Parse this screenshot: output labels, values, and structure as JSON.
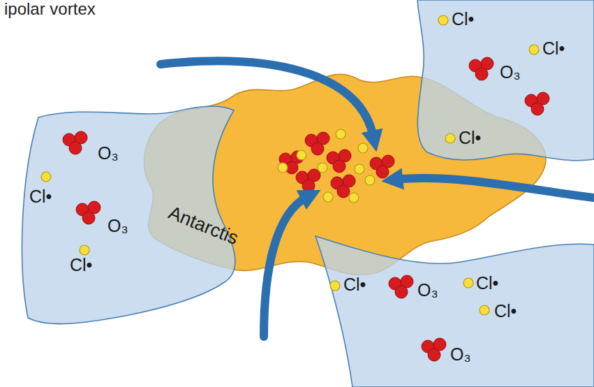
{
  "diagram": {
    "nodes": [
      {
        "text": [
          "Cl•",
          "Cl•",
          "O₃",
          "Cl•"
        ]
      },
      {
        "text": [
          "O₃",
          "Cl•",
          "O₃",
          "Cl•"
        ]
      },
      {
        "text": [
          "Antarctis"
        ]
      },
      {
        "text": [
          "Cl•",
          "O₃",
          "Cl•",
          "Cl•",
          "O₃"
        ]
      }
    ],
    "labels": [
      "ipolar vortex"
    ]
  }
}
